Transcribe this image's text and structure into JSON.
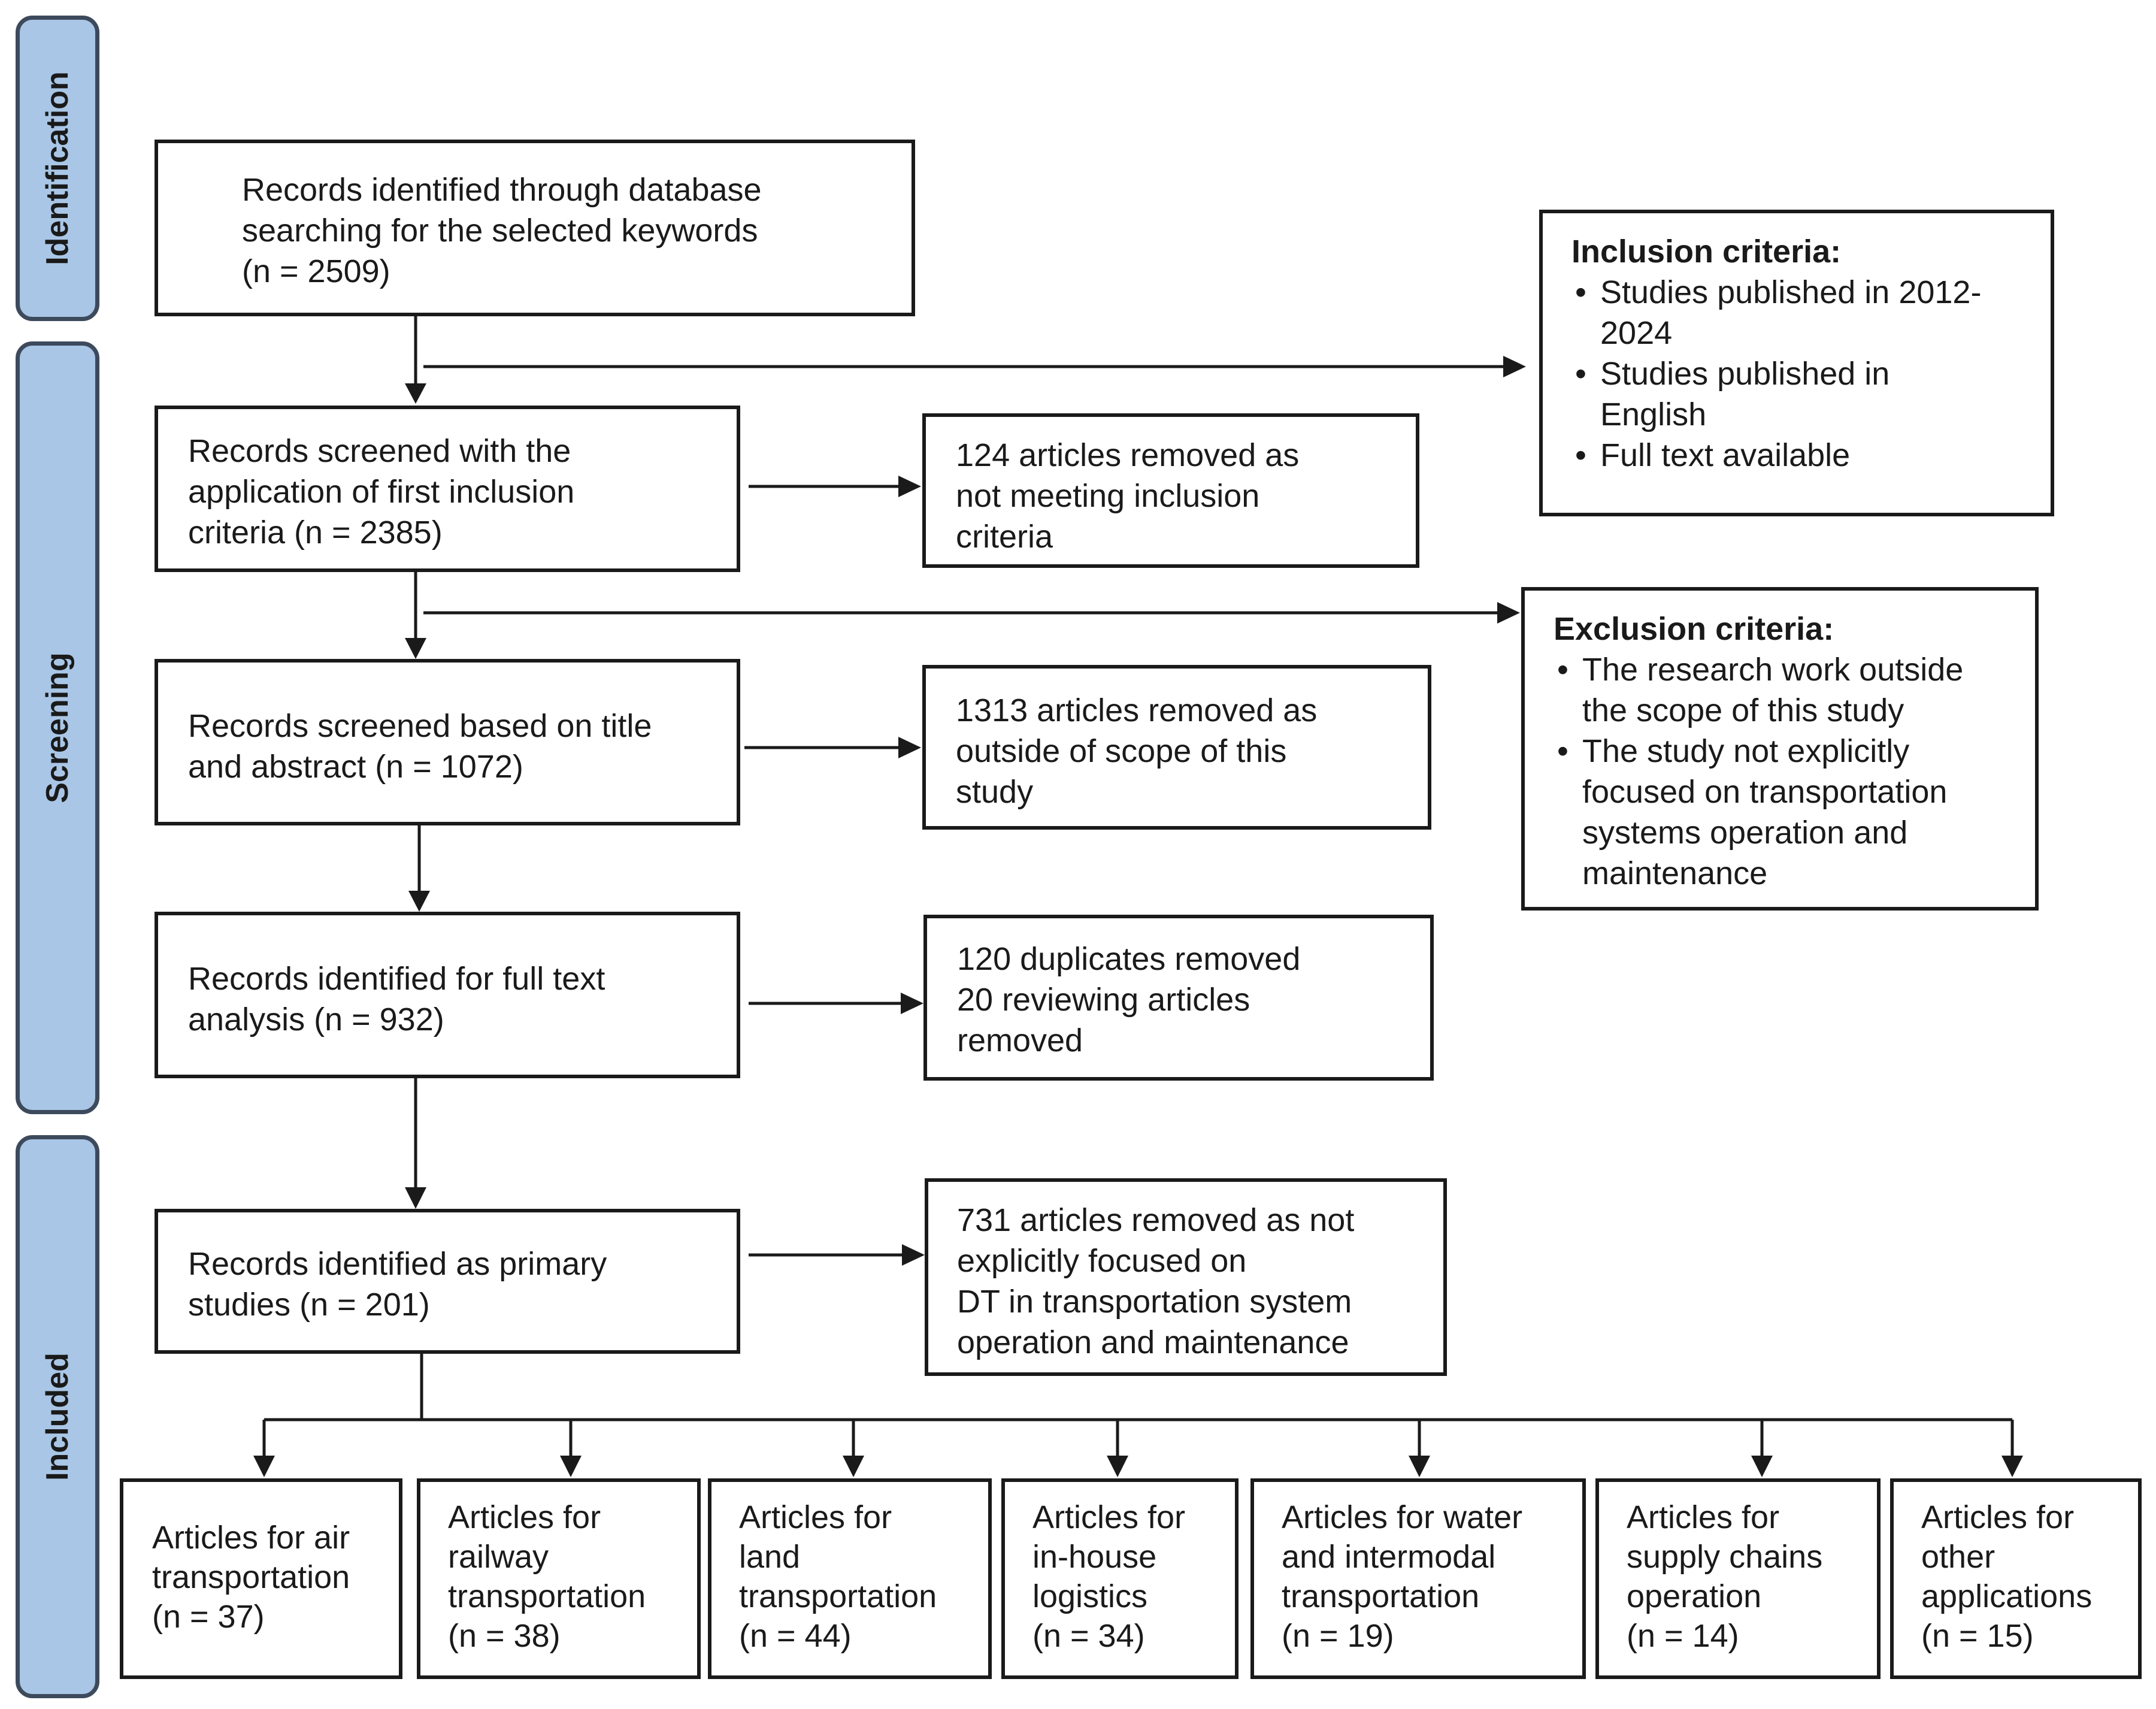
{
  "phases": {
    "identification": "Identification",
    "screening": "Screening",
    "included": "Included"
  },
  "flow": {
    "identified": [
      "Records identified through database",
      "searching for the selected keywords",
      "(n = 2509)"
    ],
    "screened_first": [
      "Records screened with the",
      "application of first inclusion",
      "criteria (n = 2385)"
    ],
    "screened_title": [
      "Records screened based on title",
      "and abstract (n = 1072)"
    ],
    "full_text": [
      "Records identified for full text",
      "analysis (n = 932)"
    ],
    "primary": [
      "Records identified as primary",
      "studies (n = 201)"
    ]
  },
  "removed": {
    "r1": [
      "124 articles removed as",
      "not meeting inclusion",
      "criteria"
    ],
    "r2": [
      "1313 articles removed as",
      "outside of scope of this",
      "study"
    ],
    "r3": [
      "120 duplicates removed",
      "20 reviewing articles",
      "removed"
    ],
    "r4": [
      "731 articles removed as not",
      "explicitly focused on",
      "DT in transportation system",
      "operation and maintenance"
    ]
  },
  "inclusion": {
    "title": "Inclusion criteria:",
    "items": [
      [
        "Studies published in 2012-",
        "2024"
      ],
      [
        "Studies published in",
        "English"
      ],
      [
        "Full text available"
      ]
    ]
  },
  "exclusion": {
    "title": "Exclusion criteria:",
    "items": [
      [
        "The research work outside",
        "the scope of this study"
      ],
      [
        "The study not explicitly",
        "focused on transportation",
        "systems operation and",
        "maintenance"
      ]
    ]
  },
  "categories": [
    [
      "Articles for air",
      "transportation",
      "(n = 37)"
    ],
    [
      "Articles for",
      "railway",
      "transportation",
      "(n = 38)"
    ],
    [
      "Articles for",
      "land",
      "transportation",
      "(n = 44)"
    ],
    [
      "Articles for",
      "in-house",
      "logistics",
      "(n = 34)"
    ],
    [
      "Articles for water",
      "and intermodal",
      "transportation",
      "(n = 19)"
    ],
    [
      "Articles for",
      "supply chains",
      "operation",
      "(n = 14)"
    ],
    [
      "Articles for",
      "other",
      "applications",
      "(n = 15)"
    ]
  ]
}
